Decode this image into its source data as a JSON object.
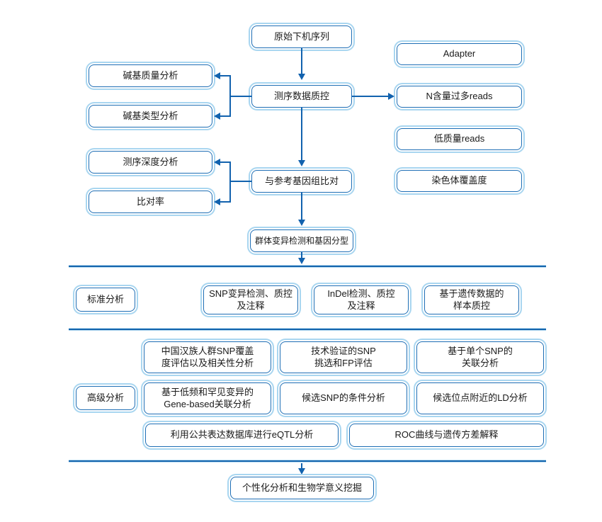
{
  "colors": {
    "box_border": "#1e6eb5",
    "box_ring": "#a9d6f0",
    "connector": "#1262ae",
    "divider": "#1565ad",
    "divider_edge": "#b9dcf2",
    "text": "#1a1a1a"
  },
  "labels": {
    "raw_sequence": "原始下机序列",
    "adapter": "Adapter",
    "sequencing_qc": "测序数据质控",
    "n_content_reads": "N含量过多reads",
    "base_quality": "碱基质量分析",
    "base_type": "碱基类型分析",
    "low_quality_reads": "低质量reads",
    "sequencing_depth": "测序深度分析",
    "reference_alignment": "与参考基因组比对",
    "chromosome_coverage": "染色体覆盖度",
    "mapping_rate": "比对率",
    "variant_genotyping": "群体变异检测和基因分型",
    "standard_section": "标准分析",
    "snp_detection": "SNP变异检测、质控\n及注释",
    "indel_detection": "InDel检测、质控\n及注释",
    "genetic_sample_qc": "基于遗传数据的\n样本质控",
    "advanced_section": "高级分析",
    "han_snp_coverage": "中国汉族人群SNP覆盖\n度评估以及相关性分析",
    "validated_snp": "技术验证的SNP\n挑选和FP评估",
    "single_snp_assoc": "基于单个SNP的\n关联分析",
    "gene_based_assoc": "基于低频和罕见变异的\nGene-based关联分析",
    "conditional_analysis": "候选SNP的条件分析",
    "ld_analysis": "候选位点附近的LD分析",
    "eqtl_analysis": "利用公共表达数据库进行eQTL分析",
    "roc_analysis": "ROC曲线与遗传方差解释",
    "personalized": "个性化分析和生物学意义挖掘"
  }
}
